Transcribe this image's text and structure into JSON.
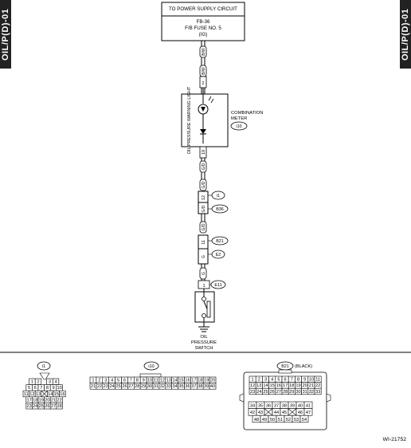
{
  "page_tag": "OIL/P(D)-01",
  "power_box": {
    "line1": "TO POWER SUPPLY CIRCUIT",
    "line2": "FB-36",
    "line3": "F/B FUSE NO. 5",
    "line4": "(IG)"
  },
  "wire_bw": "B/W",
  "wire_gd": "G/D",
  "wire_g": "G",
  "meter": {
    "pin_top": "2",
    "pin_bottom": "19",
    "label": "OIL PRESSURE WARNING LIGHT",
    "name_line1": "COMBINATION",
    "name_line2": "METER",
    "connector": "i10"
  },
  "joint1": {
    "pin": "12",
    "top": "i1",
    "bottom": "B36"
  },
  "joint2": {
    "pin": "11",
    "top": "B21",
    "bottom": "E2"
  },
  "switch": {
    "connector": "E11",
    "pin": "1",
    "label_line1": "OIL",
    "label_line2": "PRESSURE",
    "label_line3": "SWITCH"
  },
  "connectors": {
    "i1": {
      "label": "i1",
      "rows": [
        [
          "1",
          "2",
          "",
          "3",
          "4"
        ],
        [
          "5",
          "6",
          "7",
          "8",
          "9",
          "10"
        ],
        [
          "11",
          "12",
          "13",
          "",
          "14",
          "15",
          "16"
        ],
        [
          "17",
          "18",
          "19",
          "20",
          "21",
          "22"
        ],
        [
          "23",
          "24",
          "25",
          "26",
          "27",
          "28"
        ]
      ]
    },
    "i10": {
      "label": "i10",
      "row1": [
        "1",
        "2",
        "3",
        "4",
        "5",
        "6",
        "7",
        "8",
        "9",
        "10",
        "11",
        "12",
        "13",
        "14",
        "15",
        "16",
        "17",
        "18",
        "19",
        "20"
      ],
      "row2": [
        "21",
        "22",
        "23",
        "24",
        "25",
        "26",
        "27",
        "28",
        "29",
        "30",
        "31",
        "32",
        "33",
        "34",
        "35",
        "36",
        "37",
        "38",
        "39",
        "40"
      ]
    },
    "b21": {
      "label": "B21",
      "color": "(BLACK)",
      "rows": [
        [
          "1",
          "2",
          "3",
          "4",
          "5",
          "6",
          "7",
          "8",
          "9",
          "10",
          "11"
        ],
        [
          "12",
          "13",
          "14",
          "15",
          "16",
          "17",
          "18",
          "19",
          "20",
          "21",
          "22"
        ],
        [
          "23",
          "24",
          "25",
          "26",
          "27",
          "28",
          "29",
          "30",
          "31",
          "32",
          "33"
        ]
      ],
      "lower": [
        [
          "34",
          "35",
          "36",
          "37",
          "38",
          "39",
          "40",
          "41"
        ],
        [
          "42",
          "43",
          "",
          "44",
          "45",
          "",
          "46",
          "47"
        ],
        [
          "48",
          "49",
          "50",
          "51",
          "52",
          "53",
          "54"
        ]
      ]
    }
  },
  "figure_id": "WI-21752",
  "colors": {
    "ink": "#000000",
    "tab_bg": "#222222",
    "wire": "#000000"
  }
}
